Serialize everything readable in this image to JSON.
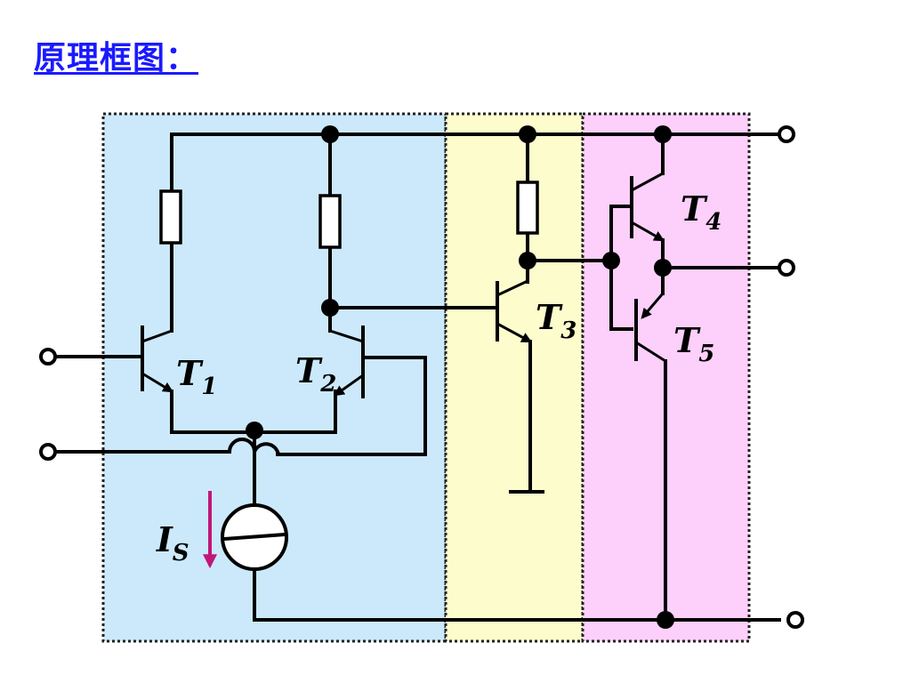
{
  "title": "原理框图：",
  "colors": {
    "title": "#1a1aff",
    "input_stage": "#cce9fb",
    "middle_stage": "#fdfccd",
    "output_stage": "#fdd0fb",
    "current_arrow": "#c0187a"
  },
  "labels": {
    "t1": {
      "main": "T",
      "sub": "1"
    },
    "t2": {
      "main": "T",
      "sub": "2"
    },
    "t3": {
      "main": "T",
      "sub": "3"
    },
    "t4": {
      "main": "T",
      "sub": "4"
    },
    "t5": {
      "main": "T",
      "sub": "5"
    },
    "is": {
      "main": "I",
      "sub": "S"
    }
  }
}
